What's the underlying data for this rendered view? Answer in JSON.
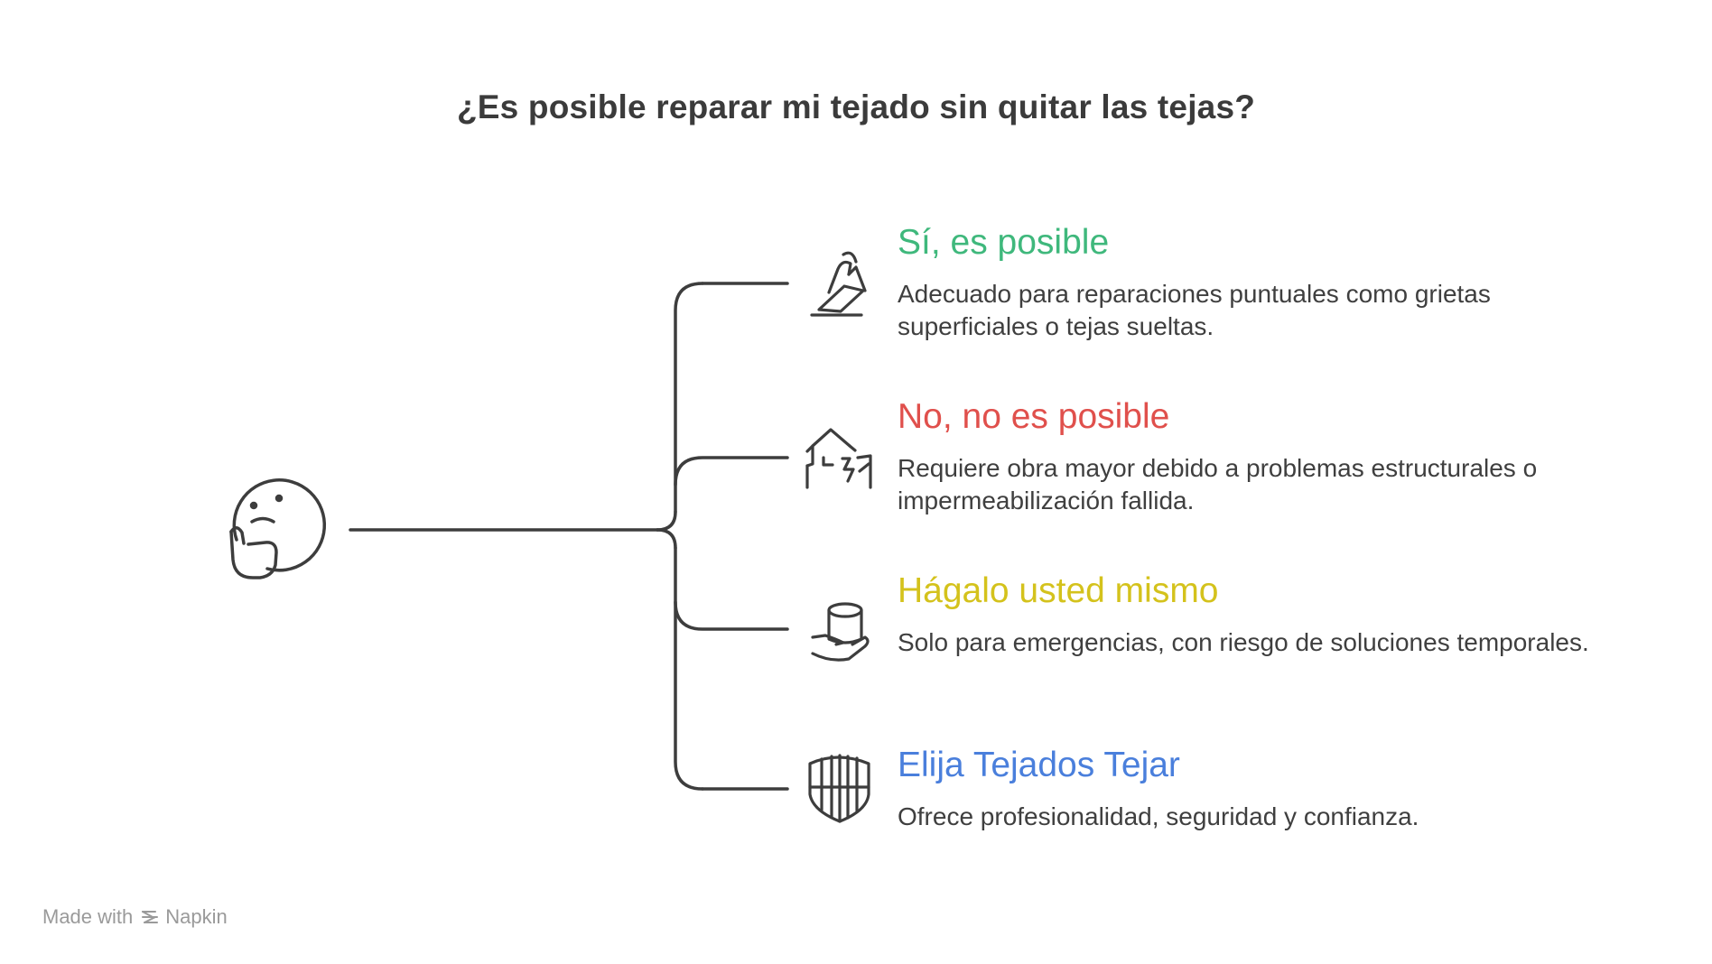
{
  "title": "¿Es posible reparar mi tejado sin quitar las tejas?",
  "colors": {
    "line": "#3d3d3d",
    "green": "#3fb87c",
    "red": "#e0504c",
    "yellow": "#d4c21c",
    "blue": "#4a7fdc",
    "footer": "#9a9a9a"
  },
  "root_icon": "thinking-face-icon",
  "options": [
    {
      "title": "Sí, es posible",
      "description": "Adecuado para reparaciones puntuales como grietas superficiales o tejas sueltas.",
      "icon": "repair-hand-icon",
      "color": "#3fb87c"
    },
    {
      "title": "No, no es posible",
      "description": "Requiere obra mayor debido a problemas estructurales o impermeabilización fallida.",
      "icon": "broken-house-icon",
      "color": "#e0504c"
    },
    {
      "title": "Hágalo usted mismo",
      "description": "Solo para emergencias, con riesgo de soluciones temporales.",
      "icon": "hand-holding-cylinder-icon",
      "color": "#d4c21c"
    },
    {
      "title": "Elija Tejados Tejar",
      "description": "Ofrece profesionalidad, seguridad y confianza.",
      "icon": "shield-icon",
      "color": "#4a7fdc"
    }
  ],
  "footer": {
    "made_with": "Made with",
    "brand": "Napkin"
  }
}
